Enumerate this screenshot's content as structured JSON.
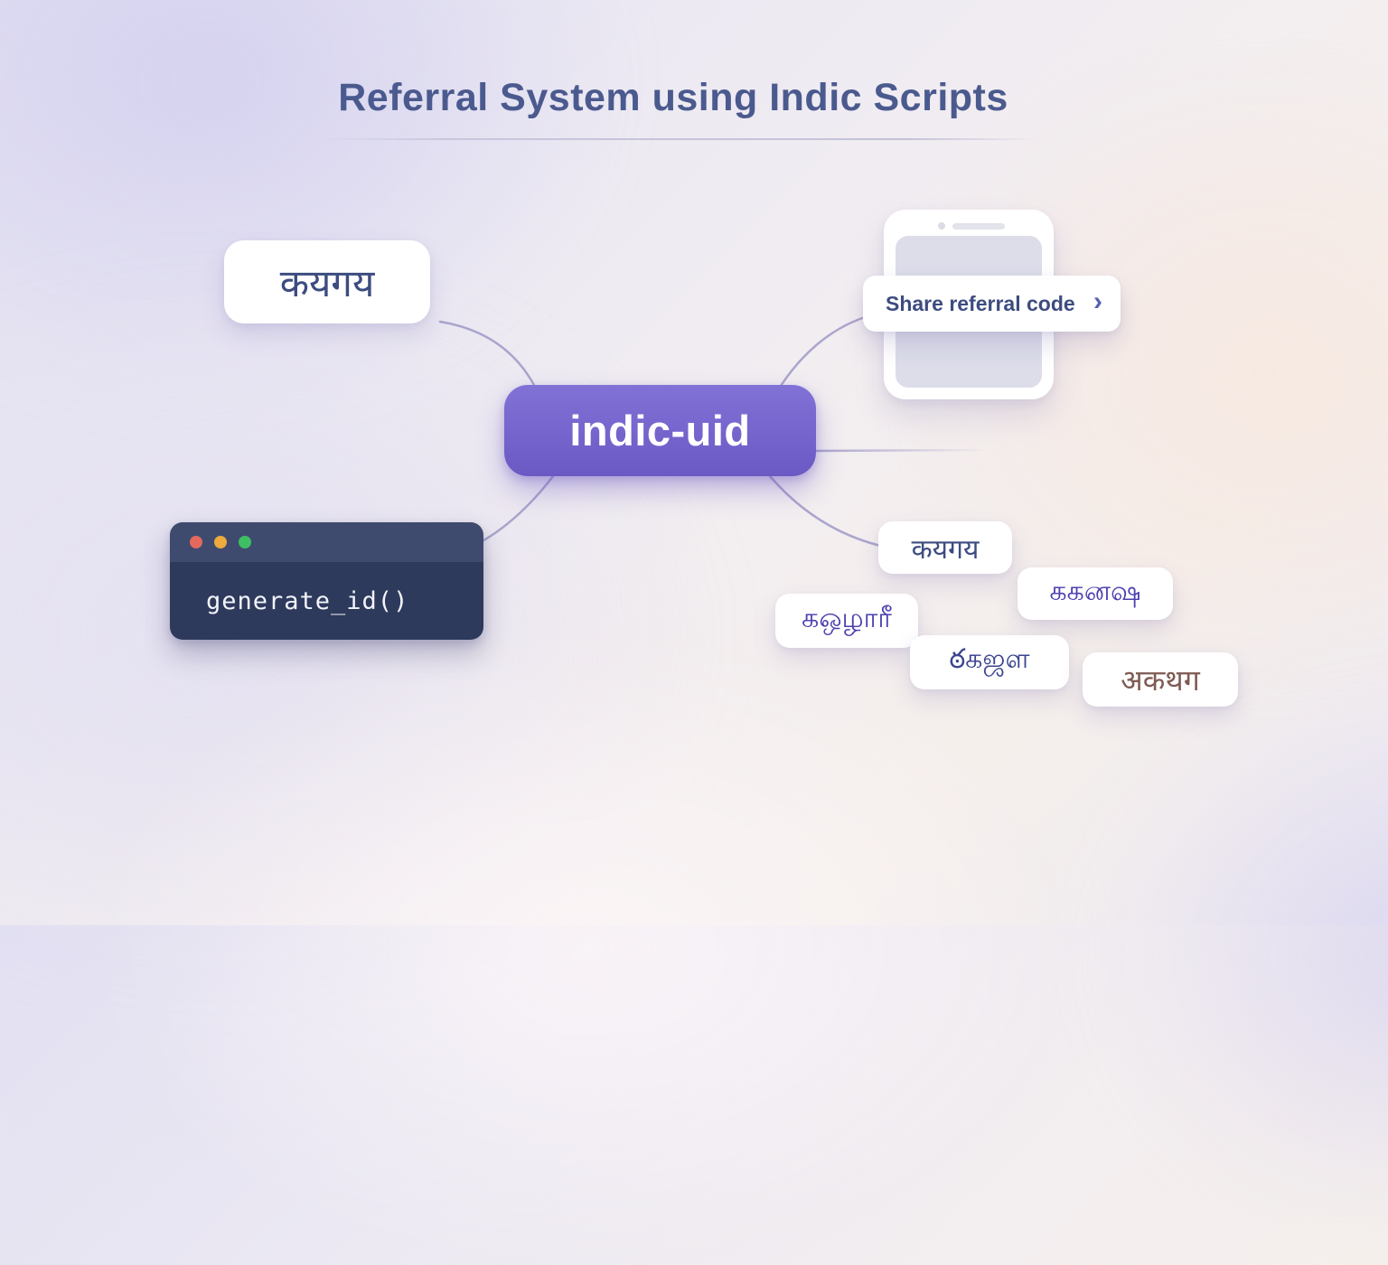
{
  "title": {
    "text": "Referral System using Indic Scripts"
  },
  "center_node": {
    "label": "indic-uid",
    "color": "#7163c9"
  },
  "source_card": {
    "text": "कयगय",
    "color": "#3d4c80"
  },
  "phone": {
    "share_button": {
      "label": "Share referral code",
      "chevron": "›"
    }
  },
  "terminal": {
    "code": "generate_id()",
    "traffic_lights": [
      "#e2695c",
      "#ecaa3f",
      "#3fbf63"
    ]
  },
  "id_cards": [
    {
      "text": "कयगय",
      "color": "#3d4c80"
    },
    {
      "text": "ககனஷ",
      "color": "#4a3fae"
    },
    {
      "text": "கஒழாரீ",
      "color": "#4a3fae"
    },
    {
      "text": "ఠகஜள",
      "color": "#3b4490"
    },
    {
      "text": "अकथग",
      "color": "#7e5b52"
    }
  ],
  "colors": {
    "background_lavender": "#e2e0f2",
    "background_peach": "#f5efec",
    "title_text": "#4b5a8e",
    "node_purple": "#6b59c4",
    "connector": "#a29dc8",
    "terminal_header": "#3f4b6e",
    "terminal_body": "#2e3a5c",
    "phone_screen": "#dcdde9"
  }
}
